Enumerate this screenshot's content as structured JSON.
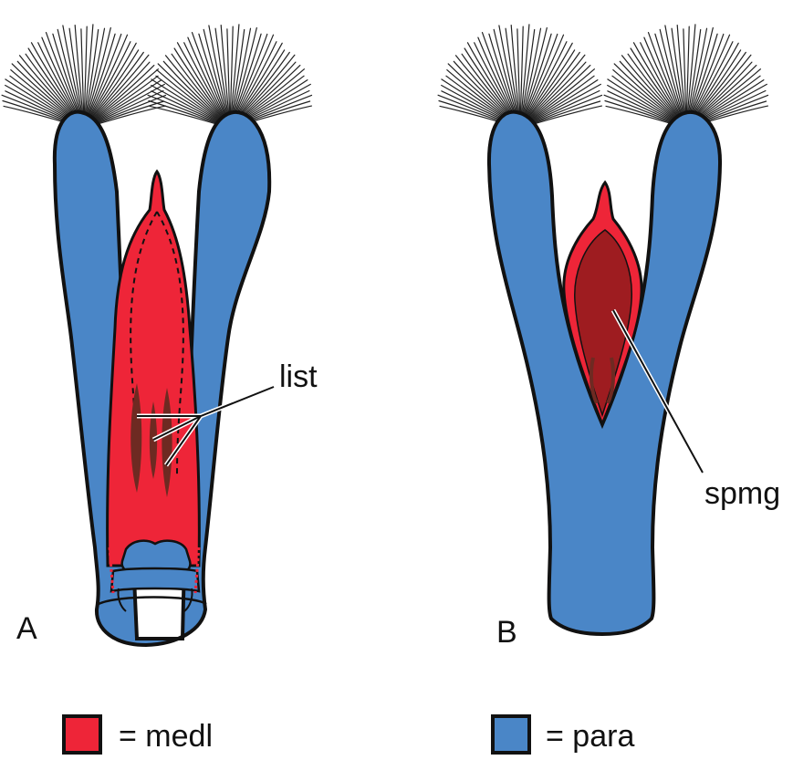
{
  "panels": [
    {
      "letter": "A",
      "callout": "list"
    },
    {
      "letter": "B",
      "callout": "spmg"
    }
  ],
  "legend": [
    {
      "text": "= medl",
      "color": "#ee2538"
    },
    {
      "text": "= para",
      "color": "#4a86c7"
    }
  ],
  "colors": {
    "para": "#4a86c7",
    "medl": "#ee2538",
    "inner_dark": "#9e1c20",
    "ridge": "#6e2a22",
    "outline": "#111111",
    "hair": "#222222"
  }
}
